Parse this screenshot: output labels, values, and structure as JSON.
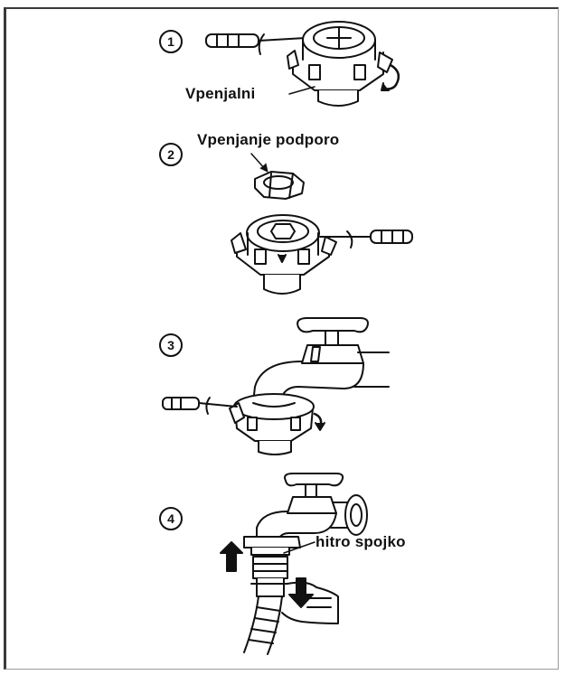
{
  "steps": [
    {
      "number": "1",
      "label": "Vpenjalni"
    },
    {
      "number": "2",
      "label": "Vpenjanje podporo"
    },
    {
      "number": "3"
    },
    {
      "number": "4",
      "label": "hitro spojko"
    }
  ]
}
